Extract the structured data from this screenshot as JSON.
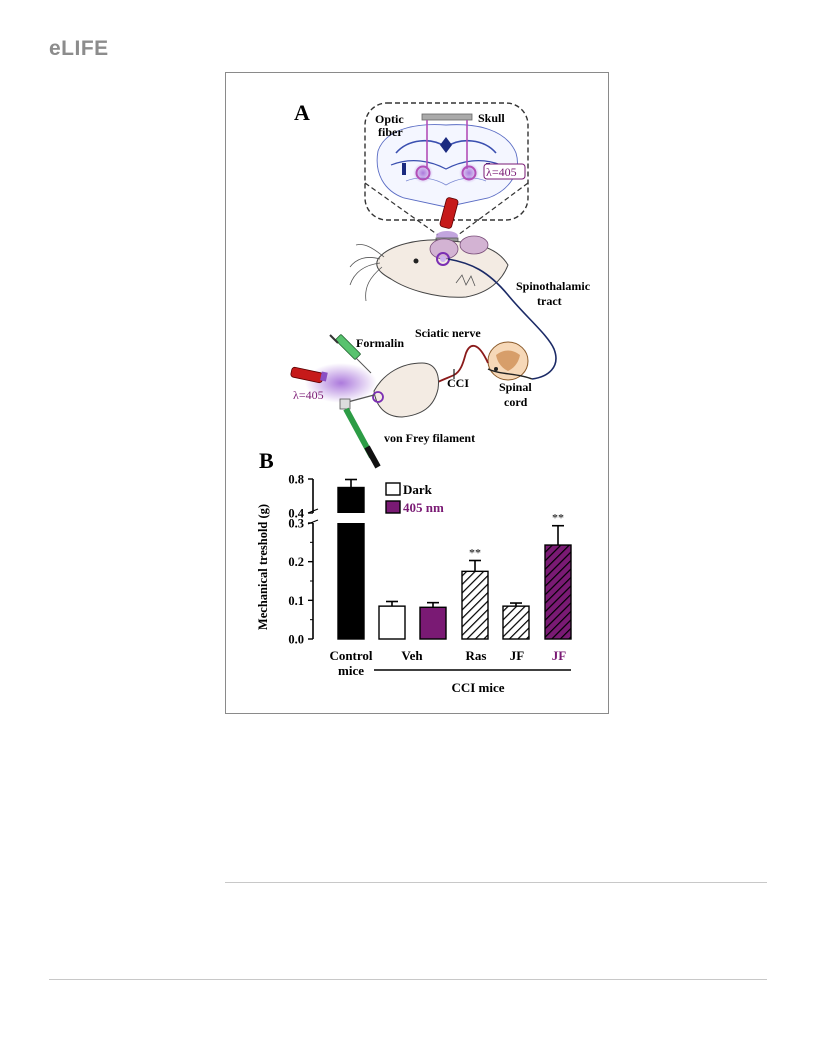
{
  "header": {
    "logo": "eLIFE"
  },
  "figure": {
    "panel_a": {
      "label": "A",
      "labels": {
        "optic_fiber_1": "Optic",
        "optic_fiber_2": "fiber",
        "skull": "Skull",
        "lambda_brain": "λ=405",
        "spinothalamic_1": "Spinothalamic",
        "spinothalamic_2": "tract",
        "sciatic": "Sciatic nerve",
        "formalin": "Formalin",
        "lambda_paw": "λ=405",
        "cci": "CCI",
        "spinal_1": "Spinal",
        "spinal_2": "cord",
        "von_frey": "von Frey filament"
      }
    },
    "panel_b": {
      "label": "B",
      "ylabel": "Mechanical treshold (g)",
      "group_label": "CCI mice",
      "tick_labels": [
        "0.0",
        "0.1",
        "0.2",
        "0.3",
        "0.4",
        "0.8"
      ],
      "x_labels": {
        "control_1": "Control",
        "control_2": "mice",
        "veh": "Veh",
        "ras": "Ras",
        "jf_dark": "JF",
        "jf_405": "JF"
      },
      "legend": {
        "dark": "Dark",
        "nm405": "405 nm"
      },
      "significance": {
        "ras": "**",
        "jf_405": "**"
      }
    }
  },
  "chart_data": {
    "type": "bar",
    "ylabel": "Mechanical treshold (g)",
    "y_axis_break": [
      0.3,
      0.4
    ],
    "ylim": [
      0,
      0.8
    ],
    "categories": [
      "Control mice",
      "Veh",
      "Veh",
      "Ras",
      "JF",
      "JF"
    ],
    "group": "CCI mice",
    "series": [
      {
        "name": "Dark",
        "values": [
          0.7,
          0.085,
          null,
          0.175,
          0.085,
          null
        ],
        "errors": [
          0.05,
          0.012,
          null,
          0.028,
          0.008,
          null
        ]
      },
      {
        "name": "405 nm",
        "values": [
          null,
          null,
          0.082,
          null,
          null,
          0.243
        ],
        "errors": [
          null,
          null,
          0.012,
          null,
          null,
          0.05
        ]
      }
    ],
    "significance": {
      "Ras": "**",
      "JF (405 nm)": "**"
    },
    "colors": {
      "control": "#000000",
      "dark": "#ffffff",
      "405nm": "#7a1a74"
    }
  }
}
